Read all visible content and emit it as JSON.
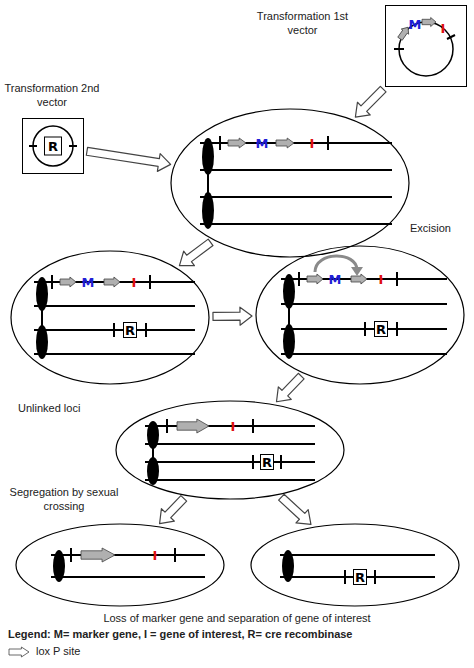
{
  "diagram": {
    "nodes": [
      {
        "text": [
          "M",
          "I"
        ]
      },
      {
        "text": [
          "R"
        ]
      },
      {
        "text": [
          "M",
          "I"
        ]
      },
      {
        "text": [
          "M",
          "I"
        ]
      },
      {
        "text": [
          "R"
        ],
        "in": 3
      },
      {
        "text": [
          "M",
          "I"
        ]
      },
      {
        "text": [
          "R"
        ],
        "in": 5
      },
      {
        "text": [
          "I"
        ]
      },
      {
        "text": [
          "R"
        ],
        "in": 7
      },
      {
        "text": [
          "I"
        ]
      },
      {
        "text": []
      },
      {
        "text": [
          "R"
        ],
        "in": 10
      }
    ],
    "edges": [
      {
        "from": 0,
        "to": 2,
        "arrow": "to"
      },
      {
        "from": 1,
        "to": 2,
        "arrow": "to"
      },
      {
        "from": 2,
        "to": 3,
        "arrow": "to"
      },
      {
        "from": 3,
        "to": 5,
        "arrow": "to"
      },
      {
        "from": 5,
        "to": 7,
        "arrow": "to"
      },
      {
        "from": 7,
        "to": 9,
        "arrow": "to"
      },
      {
        "from": 7,
        "to": 10,
        "arrow": "to"
      }
    ],
    "labels": [
      "Transformation 1st vector",
      "Transformation 2nd vector",
      "Excision",
      "Unlinked loci",
      "Segregation by sexual crossing",
      "Loss of marker gene and separation of gene of interest",
      "Legend: M= marker gene, I = gene of interest, R= cre recombinase"
    ],
    "legend": [
      {
        "text": "lox P site"
      }
    ]
  }
}
